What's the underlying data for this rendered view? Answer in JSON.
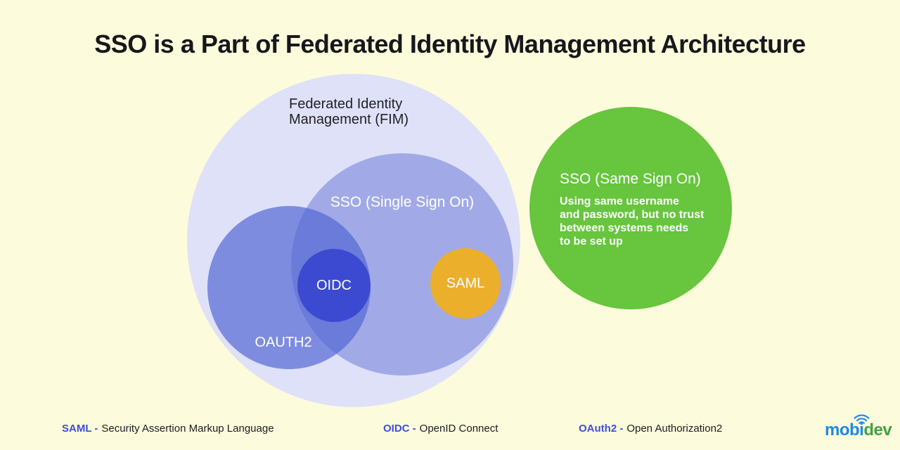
{
  "page": {
    "title": "SSO is a Part of Federated Identity Management Architecture"
  },
  "diagram": {
    "type": "venn",
    "fim": {
      "lines": [
        "Federated Identity",
        "Management (FIM)"
      ],
      "contains": [
        "sso_single",
        "oauth2",
        "oidc",
        "saml"
      ]
    },
    "sso_single": {
      "label": "SSO (Single Sign On)"
    },
    "oauth2": {
      "label": "OAUTH2"
    },
    "oidc": {
      "label": "OIDC",
      "note": "intersection of OAUTH2 and SSO (Single Sign On)"
    },
    "saml": {
      "label": "SAML"
    },
    "sso_same": {
      "title": "SSO (Same Sign On)",
      "lines": [
        "Using same username",
        "and password, but no trust",
        "between systems needs",
        "to be set up"
      ],
      "description": "Using same username and password, but no trust between systems needs to be set up"
    }
  },
  "legend": {
    "items": [
      {
        "abbr": "SAML -",
        "full": "Security Assertion Markup Language"
      },
      {
        "abbr": "OIDC -",
        "full": "OpenID Connect"
      },
      {
        "abbr": "OAuth2 -",
        "full": "Open Authorization2"
      }
    ]
  },
  "logo": {
    "part1": "mobi",
    "part2": "dev",
    "icon": "wifi-arcs-icon"
  },
  "colors": {
    "background": "#FCFCDC",
    "fim_circle": "#DFE1F8",
    "sso_single_circle": "#A1AAE7",
    "oauth2_circle": "rgba(80,100,212,0.68)",
    "oidc_circle": "#3B4AD0",
    "saml_circle": "#EBAF2B",
    "sso_same_circle": "#67C53E",
    "legend_abbr": "#3D4ED6",
    "text_dark": "#1B1B22",
    "logo_blue": "#1E88E5",
    "logo_green": "#43A047"
  }
}
